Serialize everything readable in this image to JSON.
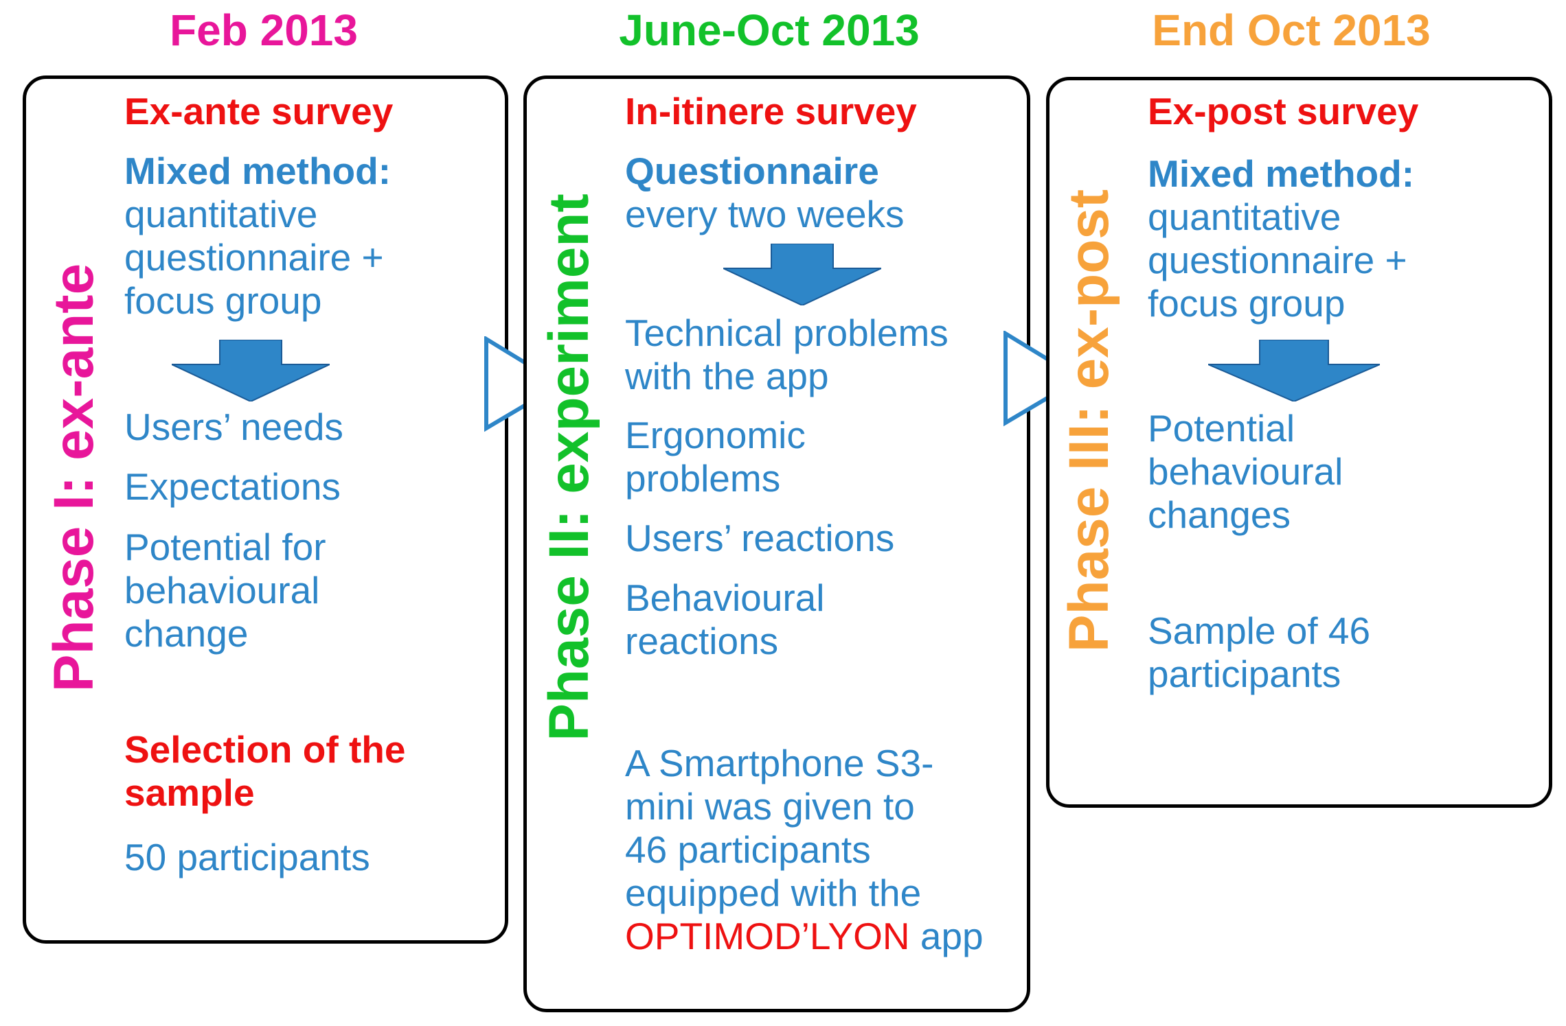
{
  "dates": {
    "phase1": "Feb 2013",
    "phase2": "June-Oct 2013",
    "phase3": "End Oct 2013"
  },
  "phase1": {
    "label": "Phase I: ex-ante",
    "survey": "Ex-ante survey",
    "method_title": "Mixed method:",
    "method_lines": [
      "quantitative",
      "questionnaire +",
      "focus group"
    ],
    "outcomes": [
      "Users’ needs",
      "Expectations",
      "Potential for",
      "behavioural",
      "change"
    ],
    "selection_lines": [
      "Selection of the",
      "sample"
    ],
    "participants": "50 participants"
  },
  "phase2": {
    "label": "Phase II: experiment",
    "survey": "In-itinere survey",
    "method_title": "Questionnaire",
    "method_line": "every two weeks",
    "outcomes": [
      "Technical problems",
      "with the app",
      "Ergonomic",
      "problems",
      "Users’ reactions",
      "Behavioural",
      "reactions"
    ],
    "note_lines": [
      "A Smartphone S3-",
      "mini was given to",
      "46 participants",
      "equipped with the"
    ],
    "app_name": "OPTIMOD’LYON",
    "app_suffix": " app"
  },
  "phase3": {
    "label": "Phase III: ex-post",
    "survey": "Ex-post survey",
    "method_title": "Mixed method:",
    "method_lines": [
      "quantitative",
      "questionnaire +",
      "focus group"
    ],
    "outcomes": [
      "Potential",
      "behavioural",
      "changes"
    ],
    "sample_lines": [
      "Sample of 46",
      "participants"
    ]
  },
  "colors": {
    "phase1": "#e8169a",
    "phase2": "#12c12a",
    "phase3": "#f7a23b",
    "heading_red": "#ee1111",
    "text_blue": "#2e86c8",
    "arrow_fill": "#2e86c8",
    "arrow_dark": "#1a5a96"
  },
  "icons": {
    "down_arrow": "down-arrow-icon",
    "next_arrow": "right-triangle-icon"
  }
}
